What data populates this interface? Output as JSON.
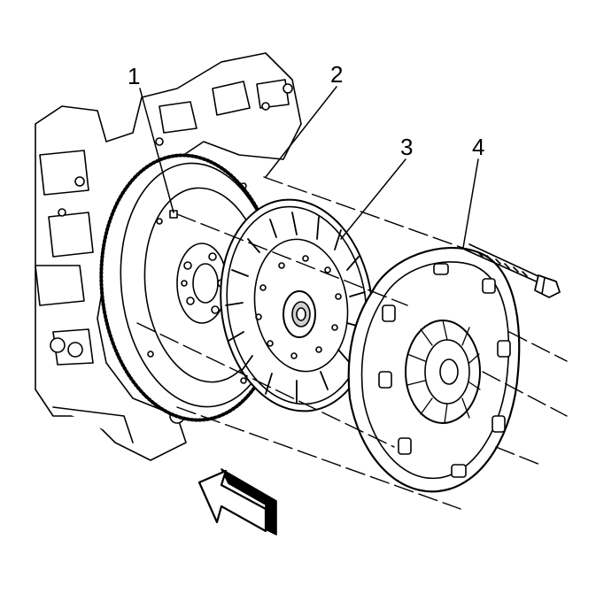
{
  "callouts": [
    {
      "id": "1",
      "label": "1"
    },
    {
      "id": "2",
      "label": "2"
    },
    {
      "id": "3",
      "label": "3"
    },
    {
      "id": "4",
      "label": "4"
    }
  ],
  "colors": {
    "line": "#000000",
    "background": "#ffffff",
    "shade": "#d0d0d0"
  },
  "parts": [
    "flywheel",
    "dowel-pin",
    "clutch-disc",
    "pressure-plate",
    "bolt",
    "direction-arrow"
  ]
}
